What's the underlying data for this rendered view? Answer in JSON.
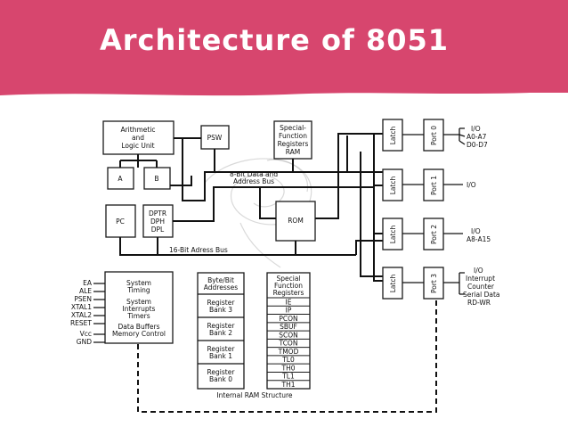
{
  "slide": {
    "title": "Architecture of 8051",
    "accent_color": "#d7466e"
  },
  "diagram": {
    "alu": [
      "Arithmetic",
      "and",
      "Logic Unit"
    ],
    "psw": "PSW",
    "sfr_ram": [
      "Special-",
      "Function",
      "Registers",
      "RAM"
    ],
    "reg_a": "A",
    "reg_b": "B",
    "pc": "PC",
    "dptr": [
      "DPTR",
      "DPH",
      "DPL"
    ],
    "rom": "ROM",
    "data_bus": [
      "8-Bit Data and",
      "Address Bus"
    ],
    "address_bus": "16-Bit Adress Bus",
    "latch": "Latch",
    "ports": [
      "Port 0",
      "Port 1",
      "Port 2",
      "Port 3"
    ],
    "port0_io": [
      "I/O",
      "A0-A7",
      "D0-D7"
    ],
    "port1_io": [
      "I/O"
    ],
    "port2_io": [
      "I/O",
      "A8-A15"
    ],
    "port3_io": [
      "I/O",
      "Interrupt",
      "Counter",
      "Serial Data",
      "RD-WR"
    ],
    "control_pins": [
      "EA",
      "ALE",
      "PSEN",
      "XTAL1",
      "XTAL2",
      "RESET",
      "Vcc",
      "GND"
    ],
    "system_block": [
      "System",
      "Timing",
      "System",
      "Interrupts",
      "Timers",
      "Data Buffers",
      "Memory Control"
    ],
    "byte_bit": [
      "Byte/Bit",
      "Addresses"
    ],
    "register_banks": [
      [
        "Register",
        "Bank 3"
      ],
      [
        "Register",
        "Bank 2"
      ],
      [
        "Register",
        "Bank 1"
      ],
      [
        "Register",
        "Bank 0"
      ]
    ],
    "sfr_header": [
      "Special",
      "Function",
      "Registers"
    ],
    "sfr_list": [
      "IE",
      "IP",
      "PCON",
      "SBUF",
      "SCON",
      "TCON",
      "TMOD",
      "TL0",
      "TH0",
      "TL1",
      "TH1"
    ],
    "internal_ram": "Internal RAM Structure"
  }
}
